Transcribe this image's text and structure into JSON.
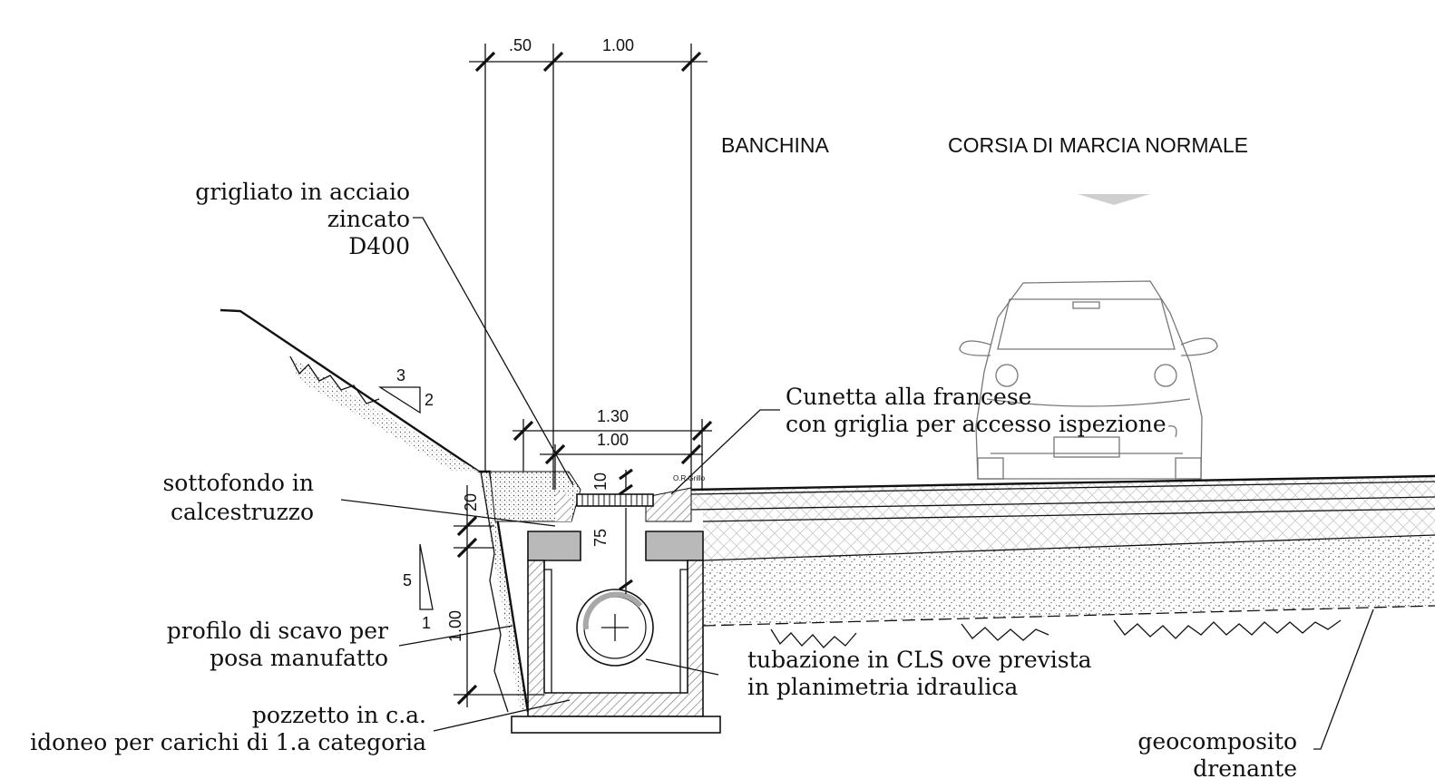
{
  "headers": {
    "shoulder": "BANCHINA",
    "lane": "CORSIA DI MARCIA NORMALE"
  },
  "dimensions": {
    "top_left": ".50",
    "top_right": "1.00",
    "mid_outer": "1.30",
    "mid_inner": "1.00",
    "grate_depth": "10",
    "base_depth": "20",
    "chamber_depth": "75",
    "excavation_height": "1.00"
  },
  "slopes": {
    "embankment_run": "3",
    "embankment_rise": "2",
    "excavation_rise": "5",
    "excavation_run": "1"
  },
  "labels": {
    "grate": [
      "grigliato in acciaio",
      "zincato",
      "D400"
    ],
    "subbase": [
      "sottofondo in",
      "calcestruzzo"
    ],
    "excavation": [
      "profilo di scavo per",
      "posa manufatto"
    ],
    "manhole": [
      "pozzetto in c.a.",
      "idoneo per carichi di 1.a categoria"
    ],
    "gutter": [
      "Cunetta alla francese",
      "con griglia per accesso ispezione"
    ],
    "pipe": [
      "tubazione in CLS ove prevista",
      "in planimetria idraulica"
    ],
    "geocomposite": [
      "geocomposito",
      "drenante"
    ],
    "small_tag": "O.R.Grillo"
  },
  "colors": {
    "line": "#111111",
    "concrete_hatch": "#b9b9b9",
    "car_outline": "#777777",
    "arrow_fill": "#cfcfcf"
  }
}
